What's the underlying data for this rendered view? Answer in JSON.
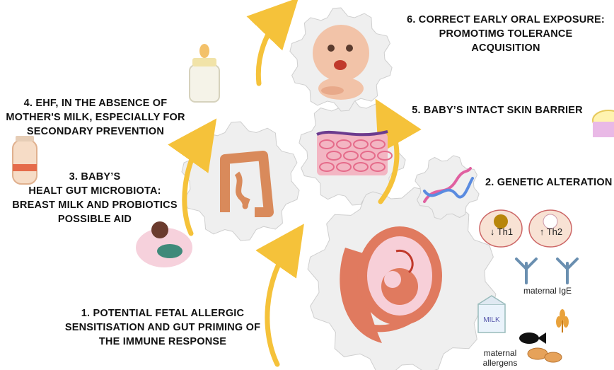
{
  "labels": {
    "step1": [
      "1. POTENTIAL FETAL ALLERGIC",
      "SENSITISATION AND GUT PRIMING OF",
      "THE IMMUNE RESPONSE"
    ],
    "step2": [
      "2. GENETIC ALTERATION"
    ],
    "step3": [
      "3. BABY’S",
      "HEALT GUT MICROBIOTA:",
      "BREAST MILK AND PROBIOTICS",
      "POSSIBLE AID"
    ],
    "step4": [
      "4. EHF, IN THE ABSENCE OF",
      "MOTHER'S MILK, ESPECIALLY FOR",
      "SECONDARY PREVENTION"
    ],
    "step5": [
      "5. BABY’S INTACT SKIN BARRIER"
    ],
    "step6": [
      "6. CORRECT EARLY ORAL EXPOSURE:",
      "PROMOTIMG  TOLERANCE",
      "ACQUISITION"
    ]
  },
  "immune": {
    "th1": "Th1",
    "th2": "Th2",
    "th1_arrow": "↓",
    "th2_arrow": "↑",
    "ige": "maternal IgE"
  },
  "allergens": {
    "label": [
      "maternal",
      "allergens"
    ],
    "milk_text": "MILK"
  },
  "colors": {
    "gear": "#efefef",
    "gear_stroke": "#cfcfcf",
    "arrow": "#f5c23a",
    "uterus": "#e07a5f",
    "skin": "#f3b6c3",
    "gut": "#d98a5b",
    "baby": "#f2c3a8"
  }
}
